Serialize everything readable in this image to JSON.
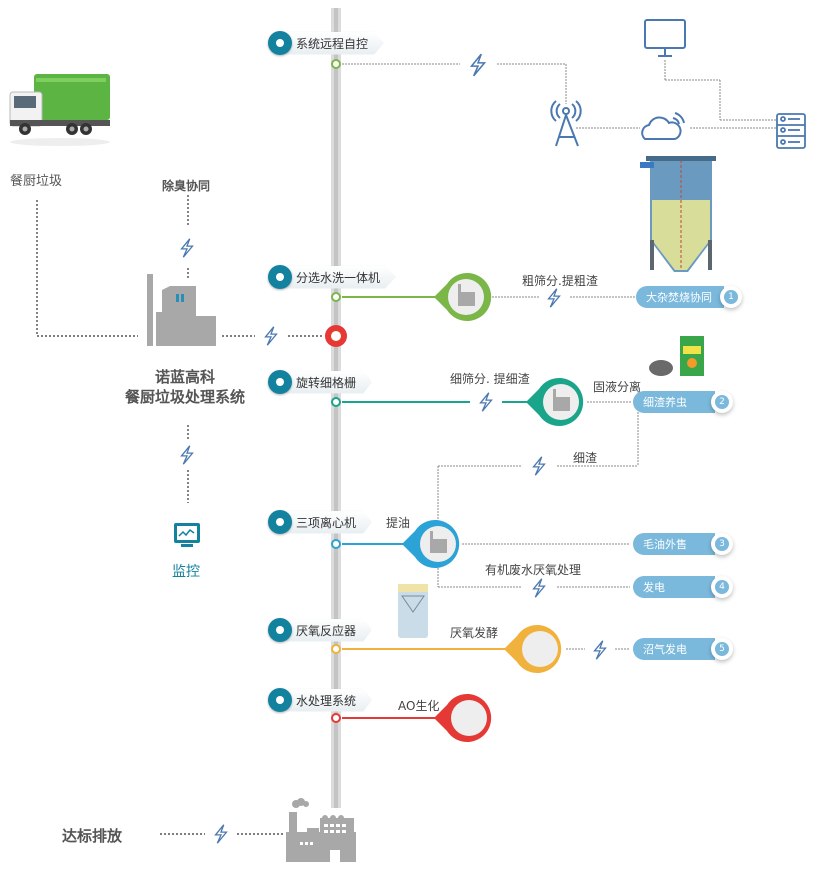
{
  "colors": {
    "step_blue": "#13829e",
    "green": "#7ab648",
    "teal": "#1aa58a",
    "cyan": "#2ba3d6",
    "orange": "#f0b23c",
    "red": "#e53935",
    "pill_blue": "#7ab8dc",
    "icon_blue": "#4a78b0",
    "gray_icon": "#a8a8a8"
  },
  "left": {
    "truck_label": "餐厨垃圾",
    "deodor_label": "除臭协同",
    "system_title_line1": "诺蓝高科",
    "system_title_line2": "餐厨垃圾处理系统",
    "monitor_label": "监控",
    "discharge_label": "达标排放"
  },
  "steps": [
    {
      "label": "系统远程自控"
    },
    {
      "label": "分选水洗一体机"
    },
    {
      "label": "旋转细格栅"
    },
    {
      "label": "三项离心机"
    },
    {
      "label": "厌氧反应器"
    },
    {
      "label": "水处理系统"
    }
  ],
  "flow_labels": {
    "coarse": "粗筛分.提粗渣",
    "fine": "细筛分. 提细渣",
    "solid_liquid": "固液分离",
    "fine_residue": "细渣",
    "oil": "提油",
    "wastewater": "有机废水厌氧处理",
    "anaerobic": "厌氧发酵",
    "ao": "AO生化"
  },
  "outputs": [
    {
      "label": "大杂焚烧协同",
      "num": "1"
    },
    {
      "label": "细渣养虫",
      "num": "2"
    },
    {
      "label": "毛油外售",
      "num": "3"
    },
    {
      "label": "发电",
      "num": "4"
    },
    {
      "label": "沼气发电",
      "num": "5"
    }
  ]
}
